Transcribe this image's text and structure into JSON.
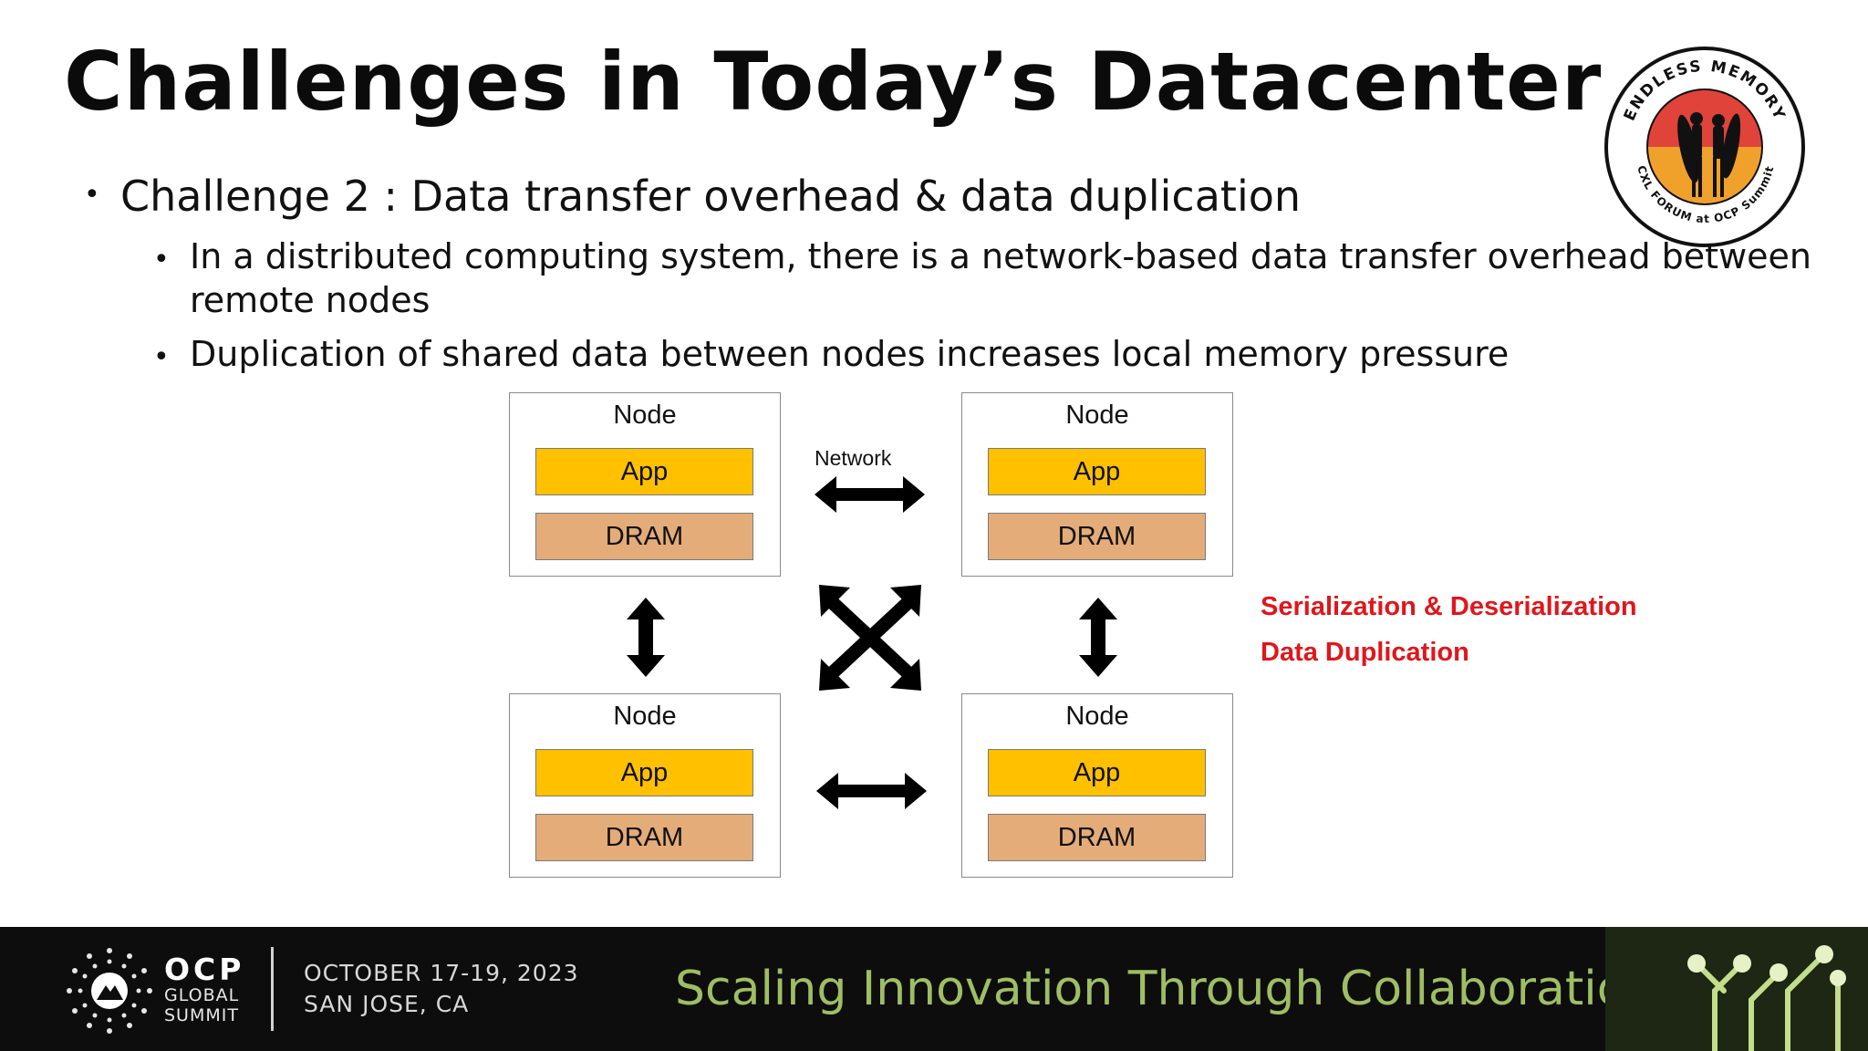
{
  "slide": {
    "title": "Challenges in Today’s Datacenter",
    "bullet_main": "Challenge 2 : Data transfer overhead & data duplication",
    "bullet_sub": [
      "In a distributed computing system, there is a network-based data transfer overhead between remote nodes",
      "Duplication of shared data between nodes increases local memory pressure"
    ],
    "bullet_glyph": "•"
  },
  "logo": {
    "text_top": "ENDLESS MEMORY",
    "text_bottom": "CXL FORUM at OCP Summit",
    "colors": {
      "sun": "#f0a12b",
      "sky": "#e0433a",
      "ring": "#111111"
    }
  },
  "diagram": {
    "nodes": [
      {
        "label": "Node",
        "app": "App",
        "dram": "DRAM"
      },
      {
        "label": "Node",
        "app": "App",
        "dram": "DRAM"
      },
      {
        "label": "Node",
        "app": "App",
        "dram": "DRAM"
      },
      {
        "label": "Node",
        "app": "App",
        "dram": "DRAM"
      }
    ],
    "network_label": "Network",
    "colors": {
      "app": "#ffc000",
      "dram": "#e4ac78",
      "annotation": "#e0161b"
    },
    "annotations": [
      "Serialization & Deserialization",
      "Data Duplication"
    ]
  },
  "footer": {
    "org_big": "OCP",
    "org_line1": "GLOBAL",
    "org_line2": "SUMMIT",
    "date_line1": "OCTOBER 17-19, 2023",
    "date_line2": "SAN JOSE, CA",
    "tagline": "Scaling Innovation Through Collaboration",
    "colors": {
      "background": "#0d0d0d",
      "tagline": "#9fbe63",
      "circuit": "#c3dd8a"
    }
  }
}
